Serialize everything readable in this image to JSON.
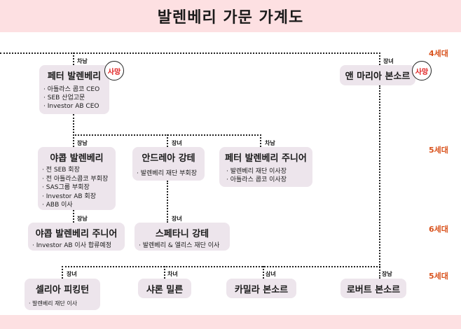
{
  "title": "발렌베리 가문 가계도",
  "generations": {
    "g4": "4세대",
    "g5a": "5세대",
    "g6": "6세대",
    "g5b": "5세대"
  },
  "deceased_label": "사망",
  "people": {
    "peter": {
      "relation": "차남",
      "name": "페터 발렌베리",
      "items": [
        "아틀라스 콥코 CEO",
        "SEB 산업고문",
        "Investor AB CEO"
      ]
    },
    "anne": {
      "relation": "장녀",
      "name": "앤 마리아 본소르"
    },
    "jacob": {
      "relation": "장남",
      "name": "야콥 발렌베리",
      "items": [
        "전 SEB 회장",
        "전 아틀라스콥코 부회장",
        "SAS그룹 부회장",
        "Investor AB 회장",
        "ABB 이사"
      ]
    },
    "andrea": {
      "relation": "장녀",
      "name": "안드레아 강테",
      "items": [
        "발렌베리 재단 부회장"
      ]
    },
    "peterjr": {
      "relation": "차남",
      "name": "페터 발렌베리 주니어",
      "items": [
        "발렌베리 재단 이사장",
        "아틀라스 콥코 이사장"
      ]
    },
    "jacobjr": {
      "relation": "장남",
      "name": "야콥 발렌베리 주니어",
      "items": [
        "Investor AB 이사 합류예정"
      ]
    },
    "stephanie": {
      "relation": "장녀",
      "name": "스페타니 강테",
      "items": [
        "발렌베리 & 엘리스 재단 이사"
      ]
    },
    "celia": {
      "relation": "장녀",
      "name": "셀리아 피킹턴",
      "items": [
        "발렌베리 재단 이사"
      ]
    },
    "sharon": {
      "relation": "차녀",
      "name": "샤론 밀른"
    },
    "camilla": {
      "relation": "삼녀",
      "name": "카밀라 본소르"
    },
    "robert": {
      "relation": "장남",
      "name": "로버트 본소르"
    }
  }
}
